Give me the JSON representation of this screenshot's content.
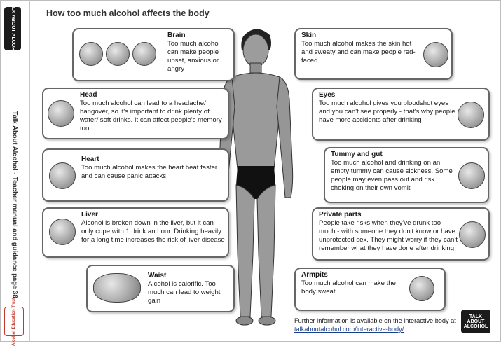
{
  "title": "How too much alcohol affects the body",
  "sidebar": {
    "text": "Talk About Alcohol - Teacher manual and guidance     page 38",
    "logo_top": "TALK ABOUT ALCOHOL",
    "trust_logo": "Alcohol Education Trust"
  },
  "boxes": {
    "brain": {
      "heading": "Brain",
      "body": "Too much alcohol can make people upset, anxious or angry"
    },
    "head": {
      "heading": "Head",
      "body": "Too much alcohol can lead to a headache/ hangover, so it's important to drink plenty of water/ soft drinks. It can affect people's memory too"
    },
    "heart": {
      "heading": "Heart",
      "body": "Too much alcohol makes the heart beat faster and can cause panic attacks"
    },
    "liver": {
      "heading": "Liver",
      "body": "Alcohol is broken down in the liver, but it can only cope with 1 drink an hour. Drinking heavily for a long time increases the risk of liver disease"
    },
    "waist": {
      "heading": "Waist",
      "body": "Alcohol is calorific. Too much can lead to weight gain"
    },
    "skin": {
      "heading": "Skin",
      "body": "Too much alcohol makes the skin hot and sweaty and can make people red-faced"
    },
    "eyes": {
      "heading": "Eyes",
      "body": "Too much alcohol gives you bloodshot eyes and you can't see properly - that's why people have more accidents after drinking"
    },
    "tummy": {
      "heading": "Tummy and gut",
      "body": "Too much alcohol and drinking on an empty tummy can cause sickness. Some people may even pass out and risk choking on their own vomit"
    },
    "private": {
      "heading": "Private parts",
      "body": "People take risks when they've drunk too much - with someone they don't know or have unprotected sex. They might worry if they can't remember what they have done after drinking"
    },
    "armpits": {
      "heading": "Armpits",
      "body": "Too much alcohol can make the body sweat"
    }
  },
  "footer": {
    "line1": "Further information is available  on the interactive body at",
    "link": "talkaboutalcohol.com/interactive-body/",
    "logo": "TALK ABOUT ALCOHOL"
  }
}
